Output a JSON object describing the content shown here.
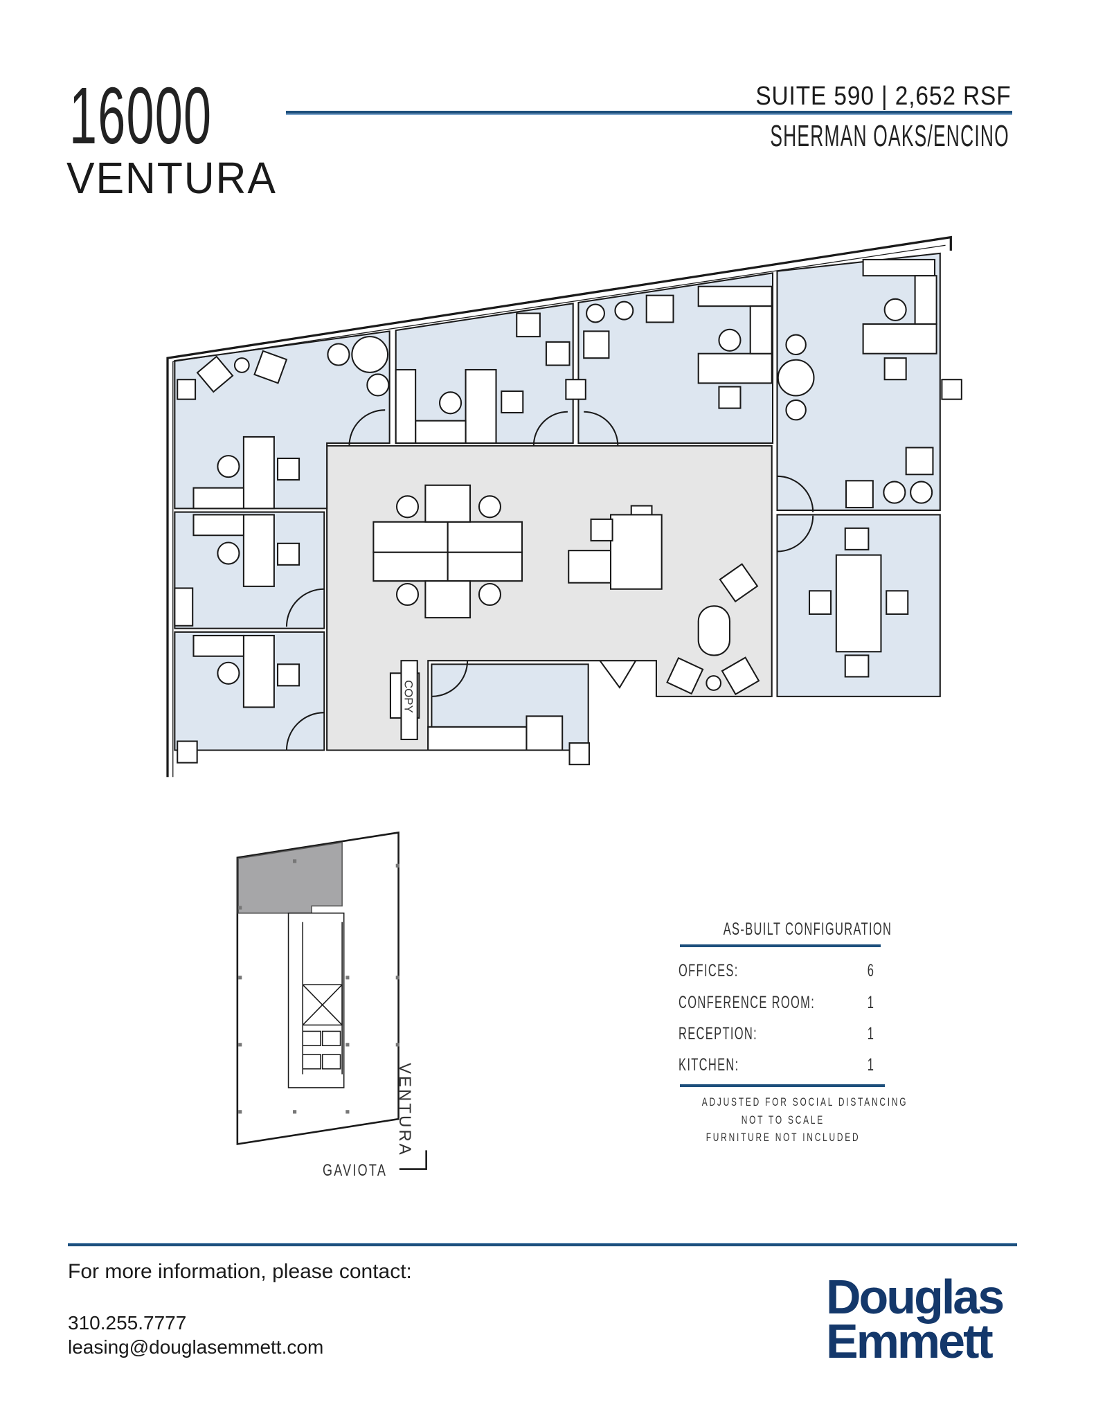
{
  "header": {
    "building_number": "16000",
    "building_street": "VENTURA",
    "suite_line": "SUITE 590 | 2,652 RSF",
    "submarket": "SHERMAN OAKS/ENCINO"
  },
  "floorplan": {
    "copy_label": "COPY",
    "colors": {
      "office": "#dde6f0",
      "common": "#e6e6e6",
      "wall": "#1a1a1a",
      "accent": "#1d4f7c"
    }
  },
  "stacking_map": {
    "street_east": "VENTURA",
    "street_south": "GAVIOTA",
    "highlight_color": "#a6a6a8"
  },
  "configuration": {
    "title": "AS-BUILT CONFIGURATION",
    "rows": [
      {
        "label": "OFFICES:",
        "value": "6"
      },
      {
        "label": "CONFERENCE ROOM:",
        "value": "1"
      },
      {
        "label": "RECEPTION:",
        "value": "1"
      },
      {
        "label": "KITCHEN:",
        "value": "1"
      }
    ],
    "notes": [
      "ADJUSTED FOR SOCIAL DISTANCING",
      "NOT TO SCALE",
      "FURNITURE NOT INCLUDED"
    ]
  },
  "footer": {
    "contact_heading": "For more information, please contact:",
    "phone": "310.255.7777",
    "email": "leasing@douglasemmett.com",
    "logo": [
      "Douglas",
      "Emmett"
    ],
    "logo_color": "#14386b"
  }
}
